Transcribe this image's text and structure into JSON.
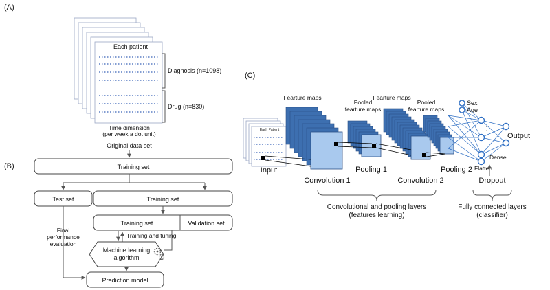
{
  "panel_a": {
    "tag": "(A)",
    "each_patient": "Each patient",
    "diagnosis": "Diagnosis (n=1098)",
    "drug": "Drug (n=830)",
    "time_line1": "Time dimension",
    "time_line2": "(per week a dot unit)",
    "original": "Original data set"
  },
  "panel_b": {
    "tag": "(B)",
    "training_set_top": "Training set",
    "test_set": "Test set",
    "training_set_mid": "Training set",
    "training_set_inner": "Training set",
    "validation_set": "Validation set",
    "training_tuning": "Training and tuning",
    "final_line1": "Final",
    "final_line2": "performance",
    "final_line3": "evaluation",
    "ml_line1": "Machine learning",
    "ml_line2": "algorithm",
    "gear": "gear-icon",
    "prediction_model": "Prediction model"
  },
  "panel_c": {
    "tag": "(C)",
    "input_thumb": "Each Patient",
    "input": "Input",
    "feature_maps_1": "Fearture maps",
    "pooled_1_line1": "Pooled",
    "pooled_1_line2": "fearture maps",
    "feature_maps_2": "Fearture maps",
    "pooled_2_line1": "Pooled",
    "pooled_2_line2": "fearture maps",
    "sex": "Sex",
    "age": "Age",
    "output": "Output",
    "dense": "Dense",
    "flatten": "Flatten",
    "dropout": "Dropout",
    "conv1": "Convolution 1",
    "pool1": "Pooling 1",
    "conv2": "Convolution 2",
    "pool2": "Pooling 2",
    "conv_group_line1": "Convolutional and pooling layers",
    "conv_group_line2": "(features learning)",
    "fc_group_line1": "Fully connected layers",
    "fc_group_line2": "(classifier)"
  }
}
